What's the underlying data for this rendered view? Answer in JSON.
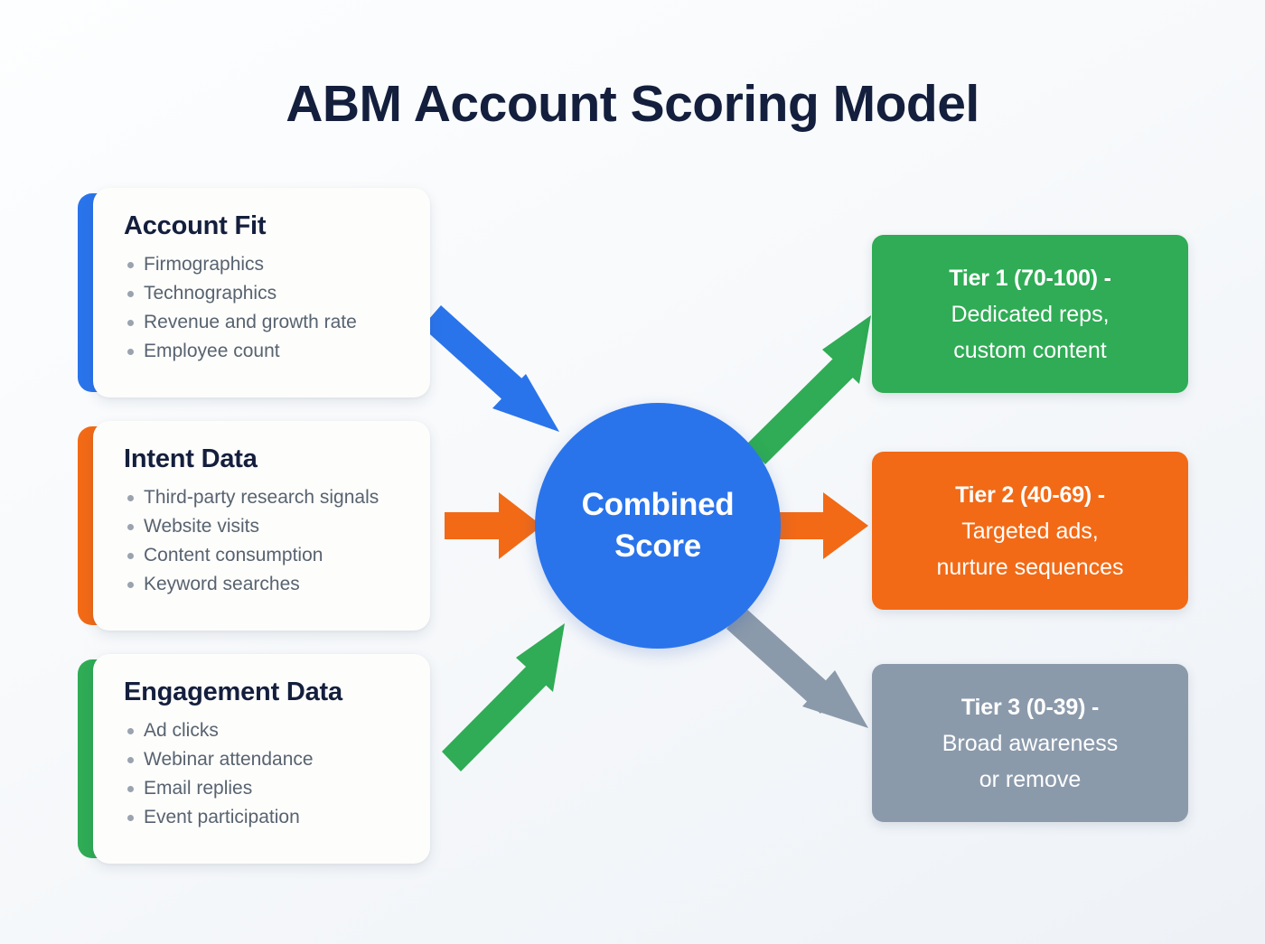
{
  "title": "ABM Account Scoring Model",
  "colors": {
    "background": "#f5f8fb",
    "title_text": "#141f3d",
    "card_background": "#fdfdfc",
    "card_title_text": "#141f3d",
    "card_list_text": "#58636f",
    "bullet": "#9aa3ae",
    "blue": "#2a74eb",
    "orange": "#f26a16",
    "green": "#2fac55",
    "gray": "#8b9aab",
    "center_circle": "#2a74eb",
    "center_text": "#ffffff"
  },
  "inputs": [
    {
      "title": "Account Fit",
      "accent": "#2a74eb",
      "items": [
        "Firmographics",
        "Technographics",
        "Revenue and growth rate",
        "Employee count"
      ]
    },
    {
      "title": "Intent Data",
      "accent": "#f26a16",
      "items": [
        "Third-party research signals",
        "Website visits",
        "Content consumption",
        "Keyword searches"
      ]
    },
    {
      "title": "Engagement Data",
      "accent": "#2fac55",
      "items": [
        "Ad clicks",
        "Webinar attendance",
        "Email replies",
        "Event participation"
      ]
    }
  ],
  "center": {
    "label": "Combined\nScore"
  },
  "tiers": [
    {
      "head": "Tier 1 (70-100) -",
      "sub": "Dedicated reps,\ncustom content",
      "color": "#2fac55"
    },
    {
      "head": "Tier 2 (40-69) -",
      "sub": "Targeted ads,\nnurture sequences",
      "color": "#f26a16"
    },
    {
      "head": "Tier 3 (0-39) -",
      "sub": "Broad awareness\nor remove",
      "color": "#8b9aab"
    }
  ],
  "arrows": [
    {
      "name": "account-fit-to-score",
      "color": "#2a74eb",
      "direction": "down-right"
    },
    {
      "name": "intent-data-to-score",
      "color": "#f26a16",
      "direction": "right"
    },
    {
      "name": "engagement-data-to-score",
      "color": "#2fac55",
      "direction": "up-right"
    },
    {
      "name": "score-to-tier-1",
      "color": "#2fac55",
      "direction": "up-right"
    },
    {
      "name": "score-to-tier-2",
      "color": "#f26a16",
      "direction": "right"
    },
    {
      "name": "score-to-tier-3",
      "color": "#8b9aab",
      "direction": "down-right"
    }
  ]
}
